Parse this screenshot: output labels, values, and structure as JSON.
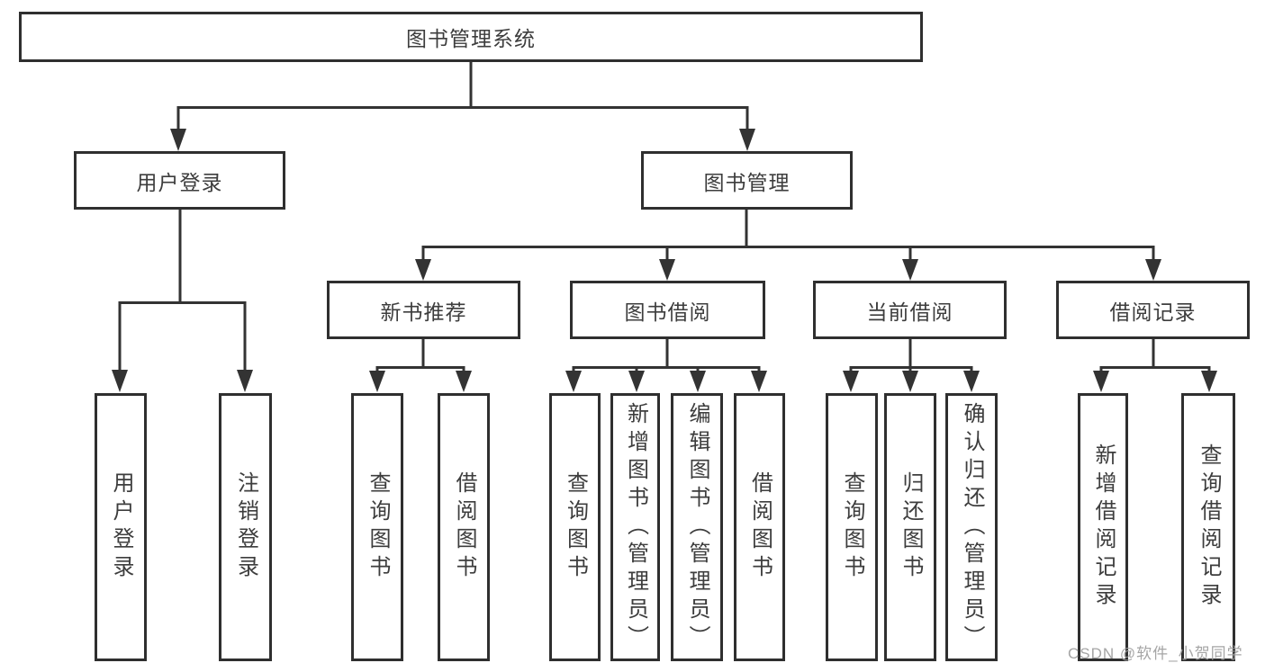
{
  "diagram": {
    "type": "hierarchy-flowchart",
    "root": {
      "label": "图书管理系统"
    },
    "level2": [
      {
        "label": "用户登录",
        "parent": "图书管理系统"
      },
      {
        "label": "图书管理",
        "parent": "图书管理系统"
      }
    ],
    "level3": [
      {
        "label": "新书推荐",
        "parent": "图书管理"
      },
      {
        "label": "图书借阅",
        "parent": "图书管理"
      },
      {
        "label": "当前借阅",
        "parent": "图书管理"
      },
      {
        "label": "借阅记录",
        "parent": "图书管理"
      }
    ],
    "leaves": [
      {
        "label": "用户登录",
        "parent": "用户登录"
      },
      {
        "label": "注销登录",
        "parent": "用户登录"
      },
      {
        "label": "查询图书",
        "parent": "新书推荐"
      },
      {
        "label": "借阅图书",
        "parent": "新书推荐"
      },
      {
        "label": "查询图书",
        "parent": "图书借阅"
      },
      {
        "label": "新增图书（管理员）",
        "parent": "图书借阅"
      },
      {
        "label": "编辑图书（管理员）",
        "parent": "图书借阅"
      },
      {
        "label": "借阅图书",
        "parent": "图书借阅"
      },
      {
        "label": "查询图书",
        "parent": "当前借阅"
      },
      {
        "label": "归还图书",
        "parent": "当前借阅"
      },
      {
        "label": "确认归还（管理员）",
        "parent": "当前借阅"
      },
      {
        "label": "新增借阅记录",
        "parent": "借阅记录"
      },
      {
        "label": "查询借阅记录",
        "parent": "借阅记录"
      }
    ]
  },
  "watermark": {
    "text": "CSDN @软件_小贺同学",
    "color": "#a0a0a0"
  },
  "colors": {
    "line": "#333333",
    "box_border": "#2f2f2f",
    "text": "#3d3d3d",
    "background": "#ffffff"
  }
}
